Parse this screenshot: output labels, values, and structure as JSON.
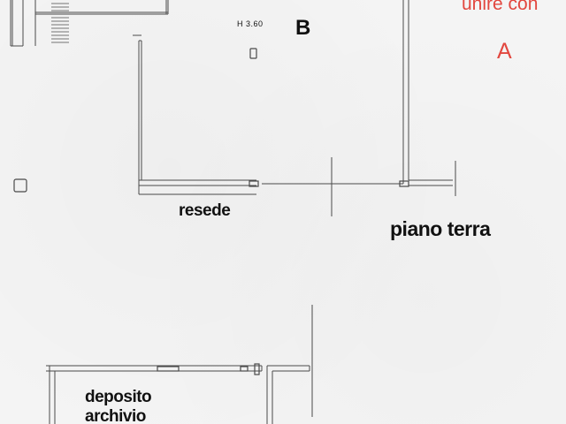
{
  "labels": {
    "header_note": "unire con",
    "height_note": "H 3.60",
    "room_b": "B",
    "room_a": "A",
    "resede": "resede",
    "piano_terra": "piano terra",
    "deposito": "deposito",
    "archivio": "archivio"
  },
  "colors": {
    "line": "#4a4a4a",
    "accent_red": "#e2473f",
    "text": "#111111"
  }
}
